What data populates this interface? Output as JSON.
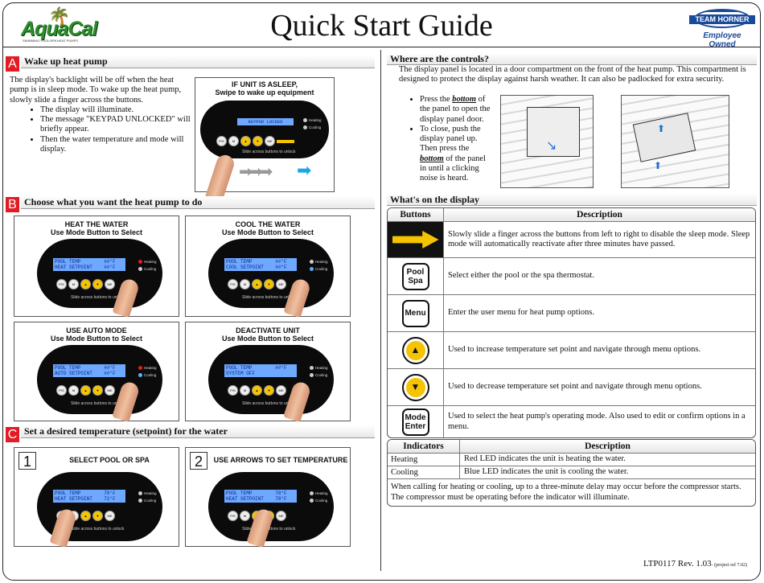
{
  "header": {
    "title": "Quick Start Guide",
    "logo_text": "AquaCal",
    "logo_tagline": "SWIMMING POOL/SPA HEAT PUMPS",
    "partner_name": "TEAM HORNER",
    "partner_tagline": "Employee Owned"
  },
  "section_a": {
    "letter": "A",
    "title": "Wake up heat pump",
    "intro": "The display's backlight will be off when the heat pump is in sleep mode. To wake up the heat pump, slowly slide a finger across the buttons.",
    "bullets": [
      "The display will illuminate.",
      "The message \"KEYPAD UNLOCKED\" will briefly appear.",
      "Then the water temperature and mode will display."
    ],
    "panel_heading_1": "IF UNIT IS ASLEEP,",
    "panel_heading_2": "Swipe to wake up equipment",
    "lcd": "KEYPAD LOCKED"
  },
  "section_b": {
    "letter": "B",
    "title": "Choose what you want the heat pump to do",
    "panels": [
      {
        "heading": "HEAT THE WATER",
        "sub": "Use Mode Button to Select",
        "lcd": "POOL TEMP        ##°F\nHEAT SETPOINT    ##°F",
        "led": "red"
      },
      {
        "heading": "COOL THE WATER",
        "sub": "Use Mode Button to Select",
        "lcd": "POOL TEMP        ##°F\nCOOL SETPOINT    ##°F",
        "led": "blue"
      },
      {
        "heading": "USE AUTO MODE",
        "sub": "Use Mode Button to Select",
        "lcd": "POOL TEMP        ##°F\nAUTO SETPOINT    ##°F",
        "led": "both"
      },
      {
        "heading": "DEACTIVATE UNIT",
        "sub": "Use Mode Button to Select",
        "lcd": "POOL TEMP        ##°F\nSYSTEM OFF           ",
        "led": "none"
      }
    ]
  },
  "section_c": {
    "letter": "C",
    "title": "Set a desired temperature (setpoint) for the water",
    "steps": [
      {
        "num": "1",
        "heading": "SELECT POOL OR SPA",
        "lcd": "POOL TEMP        70°F\nHEAT SETPOINT    72°F"
      },
      {
        "num": "2",
        "heading": "USE ARROWS TO SET TEMPERATURE",
        "lcd": "POOL TEMP        70°F\nHEAT SETPOINT    78°F"
      }
    ]
  },
  "display_labels": {
    "heating": "Heating",
    "cooling": "Cooling",
    "slide": "Slide across buttons to unlock",
    "key_pool": "Pool Spa",
    "key_menu": "Menu",
    "key_mode": "Mode Enter"
  },
  "controls": {
    "title": "Where are the controls?",
    "intro": "The display panel is located in a door compartment on the front of the heat pump. This compartment is designed to protect the display against harsh weather. It can also be padlocked for extra security.",
    "b1_pre": "Press the ",
    "b1_em": "bottom",
    "b1_post": " of the panel to open the display panel door.",
    "b2_pre": "To close, push the display panel up. Then press the ",
    "b2_em": "bottom",
    "b2_post": " of the panel in until a clicking noise is heard."
  },
  "display_section": {
    "title": "What's on the display",
    "col_buttons": "Buttons",
    "col_description": "Description",
    "rows": [
      {
        "icon": "yellow-arrow-icon",
        "label": "",
        "desc": "Slowly slide a finger across the buttons from left to right to disable the sleep mode. Sleep mode will automatically reactivate after three minutes have passed."
      },
      {
        "icon": "pool-spa-icon",
        "label": "Pool Spa",
        "desc": "Select either the pool or the spa thermostat."
      },
      {
        "icon": "menu-icon",
        "label": "Menu",
        "desc": "Enter the user menu for heat pump options."
      },
      {
        "icon": "up-arrow-icon",
        "label": "",
        "desc": "Used to increase temperature set point and navigate through menu options."
      },
      {
        "icon": "down-arrow-icon",
        "label": "",
        "desc": "Used to decrease temperature set point and navigate through menu options."
      },
      {
        "icon": "mode-enter-icon",
        "label": "Mode Enter",
        "desc": "Used to select the heat pump's operating mode. Also used to edit or confirm options in a menu."
      }
    ]
  },
  "indicators": {
    "col_indicators": "Indicators",
    "col_description": "Description",
    "rows": [
      {
        "name": "Heating",
        "desc": "Red LED indicates the unit is heating the water."
      },
      {
        "name": "Cooling",
        "desc": "Blue LED indicates the unit is cooling the water."
      }
    ],
    "note": "When calling for heating or cooling, up to a three-minute delay may occur before the compressor starts. The compressor must be operating before the indicator will illuminate."
  },
  "footer": {
    "code": "LTP0117 Rev. 1.03",
    "ref": "- (project ref 7.02)"
  },
  "colors": {
    "section_red": "#e31b23",
    "lcd_blue": "#6fa8ff",
    "key_yellow": "#f4c400",
    "brand_blue": "#1a4a9a"
  }
}
